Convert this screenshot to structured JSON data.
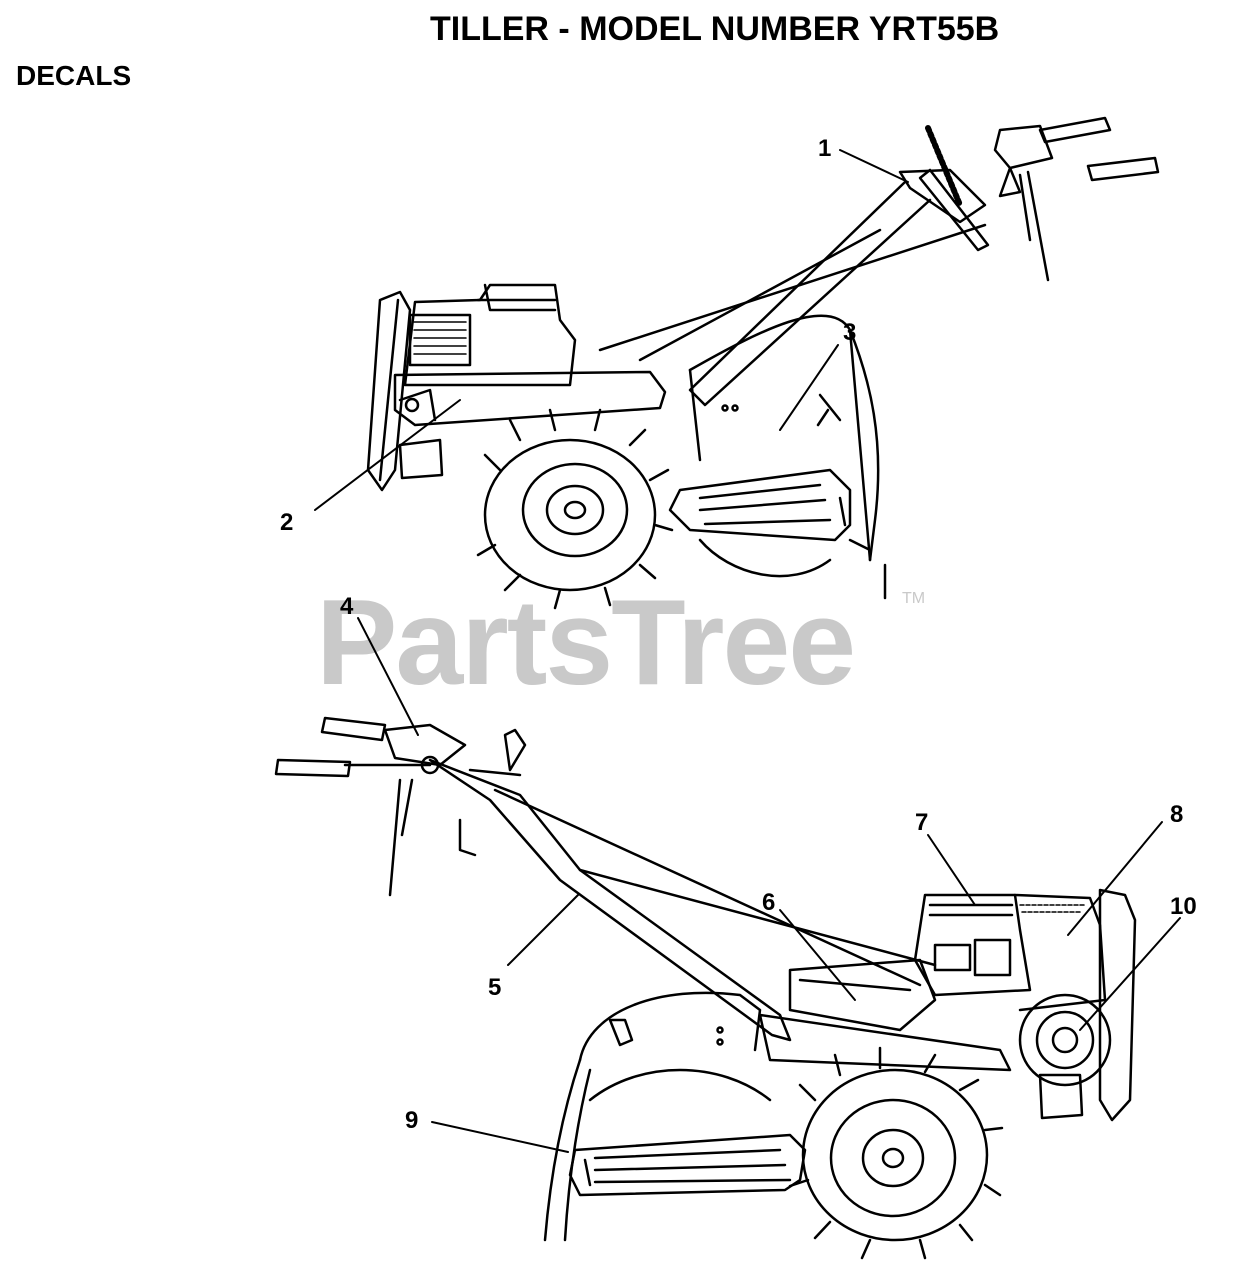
{
  "header": {
    "title": "TILLER - MODEL NUMBER YRT55B",
    "section": "DECALS"
  },
  "watermark": {
    "text": "PartsTree",
    "trademark": "TM"
  },
  "callouts": [
    "1",
    "2",
    "3",
    "4",
    "5",
    "6",
    "7",
    "8",
    "9",
    "10"
  ]
}
